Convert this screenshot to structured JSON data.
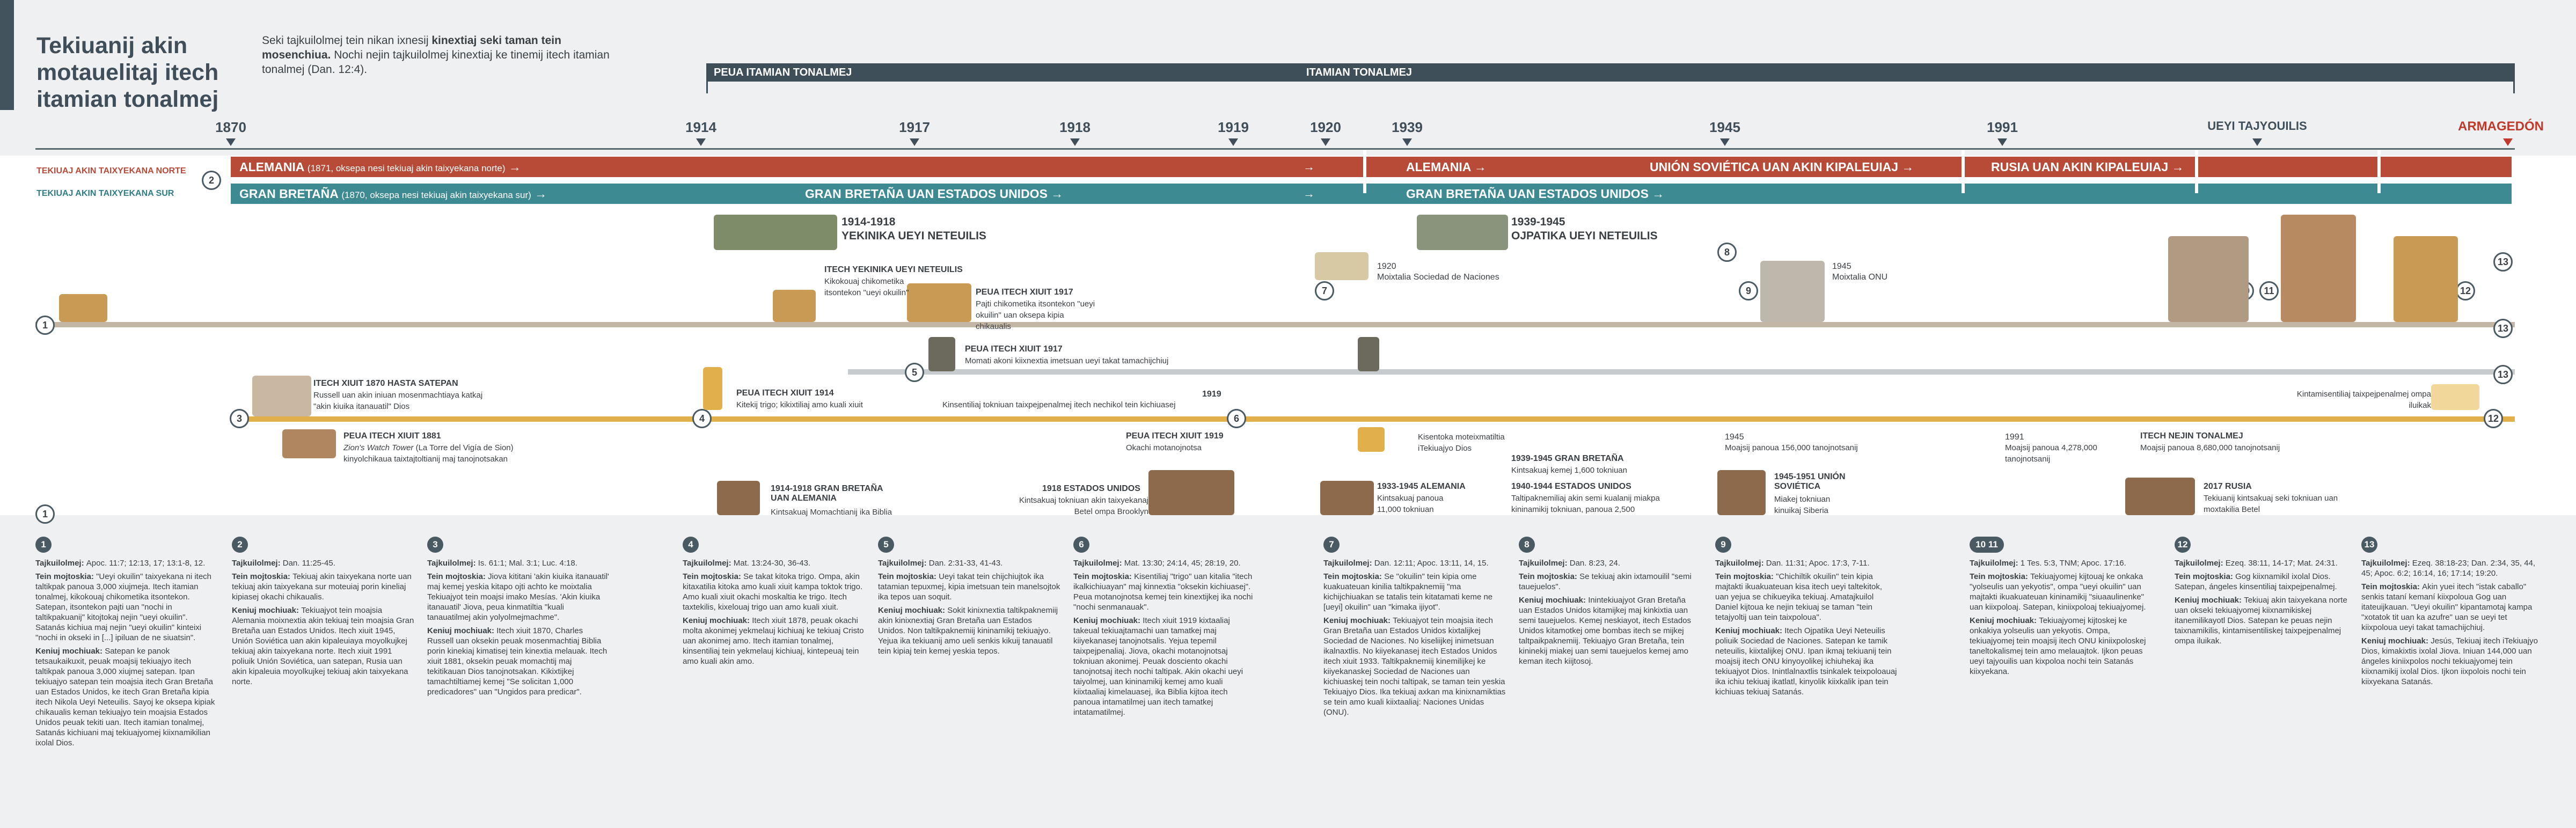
{
  "title": "Tekiuanij akin motauelitaj itech itamian tonalmej",
  "intro": {
    "p1_a": "Seki tajkuilolmej tein nikan ixnesij ",
    "p1_b": "kinextiaj seki taman tein mosenchiua.",
    "p1_c": " Nochi nejin tajkuilolmej kinextiaj ke tinemij itech itamian tonalmej (Dan. 12:4)."
  },
  "periods": {
    "peua": "PEUA ITAMIAN TONALMEJ",
    "itamian": "ITAMIAN TONALMEJ"
  },
  "years": [
    "1870",
    "1914",
    "1917",
    "1918",
    "1919",
    "1920",
    "1939",
    "1945",
    "1991",
    "UEYI TAJYOUILIS",
    "ARMAGEDÓN"
  ],
  "lanes": {
    "north": "TEKIUAJ AKIN TAIXYEKANA NORTE",
    "south": "TEKIUAJ AKIN TAIXYEKANA SUR"
  },
  "bars": {
    "alemania": "ALEMANIA",
    "alemania_note": "(1871, oksepa nesi tekiuaj akin taixyekana norte)",
    "alemania2": "ALEMANIA",
    "union": "UNIÓN SOVIÉTICA UAN AKIN KIPALEUIAJ",
    "rusia": "RUSIA UAN AKIN KIPALEUIAJ",
    "bretana": "GRAN BRETAÑA",
    "bretana_note": "(1870, oksepa nesi tekiuaj akin taixyekana sur)",
    "bretana_eu": "GRAN BRETAÑA UAN ESTADOS UNIDOS",
    "bretana_eu2": "GRAN BRETAÑA UAN ESTADOS UNIDOS"
  },
  "events": {
    "ww1_a": "1914-1918",
    "ww1_b": "YEKINIKA UEYI NETEUILIS",
    "ww2_a": "1939-1945",
    "ww2_b": "OJPATIKA UEYI NETEUILIS",
    "itech_head": "ITECH YEKINIKA UEYI NETEUILIS",
    "itech_txt": "Kikokouaj chikometika itsontekon \"ueyi okuilin\"",
    "peua1917_head": "PEUA ITECH XIUIT 1917",
    "peua1917_txt": "Pajti chikometika itsontekon \"ueyi okuilin\" uan oksepa kipia chikaualis",
    "y1920": "1920",
    "y1920_txt": "Moixtalia Sociedad de Naciones",
    "y1945": "1945",
    "y1945_txt": "Moixtalia ONU",
    "peua1917b_head": "PEUA ITECH XIUIT 1917",
    "peua1917b_txt": "Momati akoni kiixnextia imetsuan ueyi takat tamachijchiuj",
    "x1870_head": "ITECH XIUIT 1870 HASTA SATEPAN",
    "x1870_txt": "Russell uan akin iniuan mosenmachtiaya katkaj \"akin kiuika itanauatil\" Dios",
    "p1914_head": "PEUA ITECH XIUIT 1914",
    "p1914_txt": "Kitekij trigo; kikixtiliaj amo kuali xiuit",
    "y1919": "1919",
    "y1919_txt": "Kinsentiliaj tokniuan taixpejpenalmej itech nechikol tein kichiuasej",
    "kintami": "Kintamisentiliaj taixpejpenalmej ompa iluikak",
    "p1881_head": "PEUA ITECH XIUIT 1881",
    "p1881_txt_i": "Zion's Watch Tower",
    "p1881_txt": " (La Torre del Vigía de Sion) kinyolchikaua taixtajtoltianij maj tanojnotsakan",
    "p1919_head": "PEUA ITECH XIUIT 1919",
    "p1919_txt": "Okachi motanojnotsa",
    "kisentoka": "Kisentoka moteixmatiltia iTekiuajyo Dios",
    "gb1939_head": "1939-1945 GRAN BRETAÑA",
    "gb1939_txt": "Kintsakuaj kemej 1,600 tokniuan",
    "eu1940_head": "1940-1944 ESTADOS UNIDOS",
    "eu1940_txt": "Taltipaknemiliaj akin semi kualanij miakpa kininamikij tokniuan, panoua 2,500",
    "y1945b": "1945",
    "y1945b_txt": "Moajsij panoua 156,000 tanojnotsanij",
    "y1991": "1991",
    "y1991_txt": "Moajsij panoua 4,278,000 tanojnotsanij",
    "tonalmej_head": "ITECH NEJIN TONALMEJ",
    "tonalmej_txt": "Moajsij panoua 8,680,000 tanojnotsanij",
    "gb1914_head": "1914-1918 GRAN BRETAÑA UAN ALEMANIA",
    "gb1914_txt": "Kintsakuaj Momachtianij ika Biblia",
    "eu1918_head": "1918 ESTADOS UNIDOS",
    "eu1918_txt": "Kintsakuaj tokniuan akin taixyekanaj Betel ompa Brooklyn",
    "al1933_head": "1933-1945 ALEMANIA",
    "al1933_txt": "Kintsakuaj panoua 11,000 tokniuan",
    "us1945_head": "1945-1951 UNIÓN SOVIÉTICA",
    "us1945_txt": "Miakej tokniuan kinuikaj Siberia",
    "ru2017_head": "2017 RUSIA",
    "ru2017_txt": "Tekiuanij kintsakuaj seki tokniuan uan moxtakilia Betel"
  },
  "columns": [
    {
      "n": "1",
      "ref": "Apoc. 11:7; 12:13, 17; 13:1-8, 12.",
      "a": "\"Ueyi okuilin\" taixyekana ni itech taltikpak panoua 3,000 xiujmeja. Itech itamian tonalmej, kikokouaj chikometika itsontekon. Satepan, itsontekon pajti uan \"nochi in taltikpakuanij\" kitojtokaj nejin \"ueyi okuilin\". Satanás kichiua maj nejin \"ueyi okuilin\" kinteixi \"nochi in okseki in [...] ipiluan de ne siuatsin\".",
      "b": "Satepan ke panok tetsaukaikuxit, peuak moajsij tekiuajyo itech taltikpak panoua 3,000 xiujmej satepan. Ipan tekiuajyo satepan tein moajsia itech Gran Bretaña uan Estados Unidos, ke itech Gran Bretaña kipia itech Nikola Ueyi Neteuilis. Sayoj ke oksepa kipiak chikaualis keman tekiuajyo tein moajsia Estados Unidos peuak tekiti uan. Itech itamian tonalmej, Satanás kichiuani maj tekiuajyomej kiixnamikilian ixolal Dios."
    },
    {
      "n": "2",
      "ref": "Dan. 11:25-45.",
      "a": "Tekiuaj akin taixyekana norte uan tekiuaj akin taixyekana sur moteuiaj porin kineliaj kipiasej okachi chikaualis.",
      "b": "Tekiuajyot tein moajsia Alemania moixnextia akin tekiuaj tein moajsia Gran Bretaña uan Estados Unidos. Itech xiuit 1945, Unión Soviética uan akin kipaleuiaya moyolkujkej tekiuaj akin taixyekana norte. Itech xiuit 1991 poliuik Unión Soviética, uan satepan, Rusia uan akin kipaleuia moyolkujkej tekiuaj akin taixyekana norte."
    },
    {
      "n": "3",
      "ref": "Is. 61:1; Mal. 3:1; Luc. 4:18.",
      "a": "Jiova kititani 'akin kiuika itanauatil' maj kemej yeskia kitapo ojti achto ke moixtalia Tekiuajyot tein moajsi imako Mesías. 'Akin kiuika itanauatil' Jiova, peua kinmatiltia \"kuali tanauatilmej akin yolyolmejmachme\".",
      "b": "Itech xiuit 1870, Charles Russell uan oksekin peuak mosenmachtiaj Biblia porin kinekiaj kimatisej tein kinextia melauak. Itech xiuit 1881, oksekin peuak momachtij maj tekitikauan Dios tanojnotsakan. Kikixtijkej tamachtiltiamej kemej \"Se solicitan 1,000 predicadores\" uan \"Ungidos para predicar\"."
    },
    {
      "n": "4",
      "ref": "Mat. 13:24-30, 36-43.",
      "a": "Se takat kitoka trigo. Ompa, akin kitaxatilia kitoka amo kuali xiuit kampa toktok trigo. Amo kuali xiuit okachi moskaltia ke trigo. Itech taxtekilis, kixelouaj trigo uan amo kuali xiuit.",
      "b": "Itech xiuit 1878, peuak okachi molta akonimej yekmelauj kichiuaj ke tekiuaj Cristo uan akonimej amo. Itech itamian tonalmej, kinsentiliaj tein yekmelauj kichiuaj, kintepeuaj tein amo kuali akin amo."
    },
    {
      "n": "5",
      "ref": "Dan. 2:31-33, 41-43.",
      "a": "Ueyi takat tein chijchiujtok ika tatamian tepuxmej, kipia imetsuan tein manelsojtok ika tepos uan soquit.",
      "b": "Sokit kinixnextia taltikpaknemiij akin kinixnextiaj Gran Bretaña uan Estados Unidos. Non taltikpaknemiij kininamikij tekiuajyo. Yejua ika tekiuanij amo ueli senkis kikuij tanauatil tein kipiaj tein kemej yeskia tepos."
    },
    {
      "n": "6",
      "ref": "Mat. 13:30; 24:14, 45; 28:19, 20.",
      "a": "Kisentiliaj \"trigo\" uan kitalia \"itech ikalkichiuayan\" maj kinnextia \"oksekin kichiuasej\". Peua motanojnotsa kemej tein kinextijkej ika nochi \"nochi senmanauak\".",
      "b": "Itech xiuit 1919 kixtaaliaj takeual tekiuajtamachi uan tamatkej maj kiiyekanasej tanojnotsalis. Yejua tepemil taixpejpenaliaj. Jiova, okachi motanojnotsaj tokniuan akonimej. Peuak dosciento okachi tanojnotsaj itech nochi taltipak. Akin okachi ueyi taiyolmej, uan kininamikij kemej amo kuali kiixtaaliaj kimelauasej, ika Biblia kijtoa itech panoua intamatilmej uan itech tamatkej intatamatilmej."
    },
    {
      "n": "7",
      "ref": "Dan. 12:11; Apoc. 13:11, 14, 15.",
      "a": "Se \"okuilin\" tein kipia ome kuakuateuan kinilia taltikpaknemiij \"ma kichijchiuakan se tatalis tein kitatamati keme ne [ueyi] okuilin\" uan \"kimaka ijiyot\".",
      "b": "Tekiuajyot tein moajsia itech Gran Bretaña uan Estados Unidos kixtalijkej Sociedad de Naciones. No kiseliijkej inimetsuan ikalnaxtlis. No kiiyekanasej itech Estados Unidos itech xiuit 1933. Taltikpaknemiij kinemilijkej ke kiiyekanaskej Sociedad de Naciones uan kichiuaskej tein nochi taltipak, se taman tein yeskia Tekiuajyo Dios. Ika tekiuaj axkan ma kinixnamiktias se tein amo kuali kiixtaaliaj: Naciones Unidas (ONU)."
    },
    {
      "n": "8",
      "ref": "Dan. 8:23, 24.",
      "a": "Se tekiuaj akin ixtamouilil \"semi tauejuelos\".",
      "b": "Inintekiuajyot Gran Bretaña uan Estados Unidos kitamijkej maj kinkixtia uan semi tauejuelos. Kemej neskiayot, itech Estados Unidos kitamotkej ome bombas itech se mijkej taltpaikpaknemiij. Tekiuajyo Gran Bretaña, tein kininekij miakej uan semi tauejuelos kemej amo keman itech kiijtosoj."
    },
    {
      "n": "9",
      "ref": "Dan. 11:31; Apoc. 17:3, 7-11.",
      "a": "\"Chichiltik okuilin\" tein kipia majtakti ikuakuateuan kisa itech ueyi taltekitok, uan yejua se chikueyika tekiuaj. Amatajkuilol Daniel kijtoua ke nejin tekiuaj se taman \"tein tetajyoltij uan tein taixpoloua\".",
      "b": "Itech Ojpatika Ueyi Neteuilis poliuik Sociedad de Naciones. Satepan ke tamik neteuilis, kiixtalijkej ONU. Ipan ikmaj tekiuanij tein moajsij itech ONU kinyoyolikej ichiuhekaj ika tekiuajyot Dios. Inintlalnaxtlis tsinkalek teixpoloauaj ika ichiu tekiuaj ikatlatl, kinyolik kiixkalik ipan tein kichiuas tekiuaj Satanás."
    },
    {
      "n": "10 11",
      "ref": "1 Tes. 5:3, TNM; Apoc. 17:16.",
      "a": "Tekiuajyomej kijtouaj ke onkaka \"yolseulis uan yekyotis\", ompa \"ueyi okuilin\" uan majtakti ikuakuateuan kininamikij \"siuaaulinenke\" uan kiixpoloaj. Satepan, kiniixpoloaj tekiuajyomej.",
      "b": "Tekiuajyomej kijtoskej ke onkakiya yolseulis uan yekyotis. Ompa, tekiuajyomej tein moajsij itech ONU kiniixpoloskej taneltokalismej tein amo melauajtok. Ijkon peuas ueyi tajyouilis uan kixpoloa nochi tein Satanás kiixyekana."
    },
    {
      "n": "12",
      "ref": "Ezeq. 38:11, 14-17; Mat. 24:31.",
      "a": "Gog kiixnamikil ixolal Dios. Satepan, ángeles kinsentiliaj taixpejpenalmej.",
      "b": "Tekiuaj akin taixyekana norte uan okseki tekiuajyomej kiixnamikiskej itanemilikayotl Dios. Satepan ke peuas nejin taixnamikilis, kintamisentiliskej taixpejpenalmej ompa iluikak."
    },
    {
      "n": "13",
      "ref": "Ezeq. 38:18-23; Dan. 2:34, 35, 44, 45; Apoc. 6:2; 16:14, 16; 17:14; 19:20.",
      "a": "Akin yuei itech \"istak caballo\" senkis tataní kemaní kiixpoloua Gog uan itateuijkauan. \"Ueyi okuilin\" kipantamotaj kampa \"xotatok tit uan ka azufre\" uan se ueyi tet kiixpoloua ueyi takat tamachijchiuj.",
      "b": "Jesús, Tekiuaj itech iTekiuajyo Dios, kimakixtis ixolal Jiova. Iniuan 144,000 uan ángeles kiniixpolos nochi tekiuajyomej tein kiixnamikij ixolal Dios. Ijkon iixpolois nochi tein kiixyekana Satanás."
    }
  ],
  "labels": {
    "ref": "Tajkuilolmej:",
    "a": "Tein mojtoskia:",
    "b": "Keniuj mochiuak:"
  },
  "colors": {
    "north": "#b74b37",
    "south": "#3e8a92",
    "dark": "#3f4f59",
    "gold": "#e1b04a",
    "brown": "#8d6a4b"
  }
}
